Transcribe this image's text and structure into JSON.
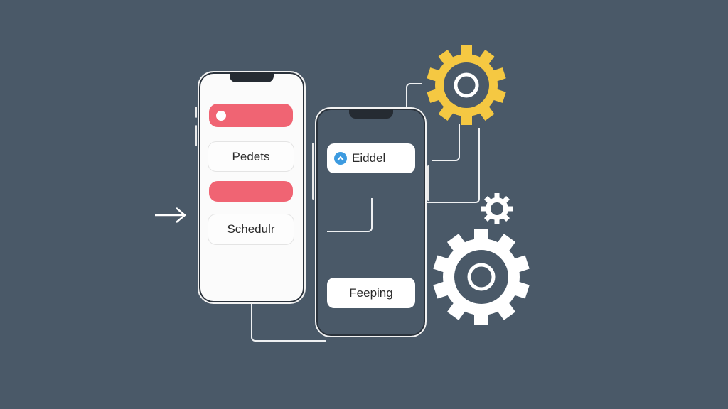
{
  "colors": {
    "background": "#4a5968",
    "accent_red": "#f06473",
    "gear_yellow": "#f5c842",
    "gear_white": "#ffffff",
    "badge_blue": "#3d9be0"
  },
  "left_phone": {
    "items": [
      {
        "type": "red-pill-with-dot"
      },
      {
        "type": "card",
        "label": "Pedets"
      },
      {
        "type": "red-pill"
      },
      {
        "type": "card",
        "label": "Schedulr"
      }
    ]
  },
  "right_phone": {
    "items": [
      {
        "type": "card-with-icon",
        "label": "Eiddel",
        "icon": "chevron-up-badge-icon"
      },
      {
        "type": "card",
        "label": "Feeping"
      }
    ]
  },
  "icons": [
    "arrow-right-icon",
    "gear-icon-yellow",
    "gear-icon-small",
    "gear-icon-large"
  ]
}
